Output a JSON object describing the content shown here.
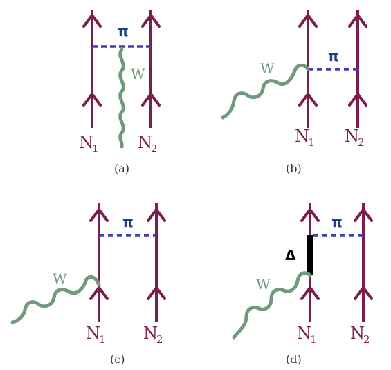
{
  "labels": {
    "nucleon1": "N",
    "nucleon1_sub": "1",
    "nucleon2": "N",
    "nucleon2_sub": "2",
    "pion": "π",
    "w_boson": "W",
    "delta": "Δ"
  },
  "captions": {
    "a": "(a)",
    "b": "(b)",
    "c": "(c)",
    "d": "(d)"
  },
  "colors": {
    "nucleon_line": "#7b1d4e",
    "pion_line": "#3f3fb0",
    "w_boson_line": "#6f9a7c",
    "delta_line": "#000000"
  }
}
